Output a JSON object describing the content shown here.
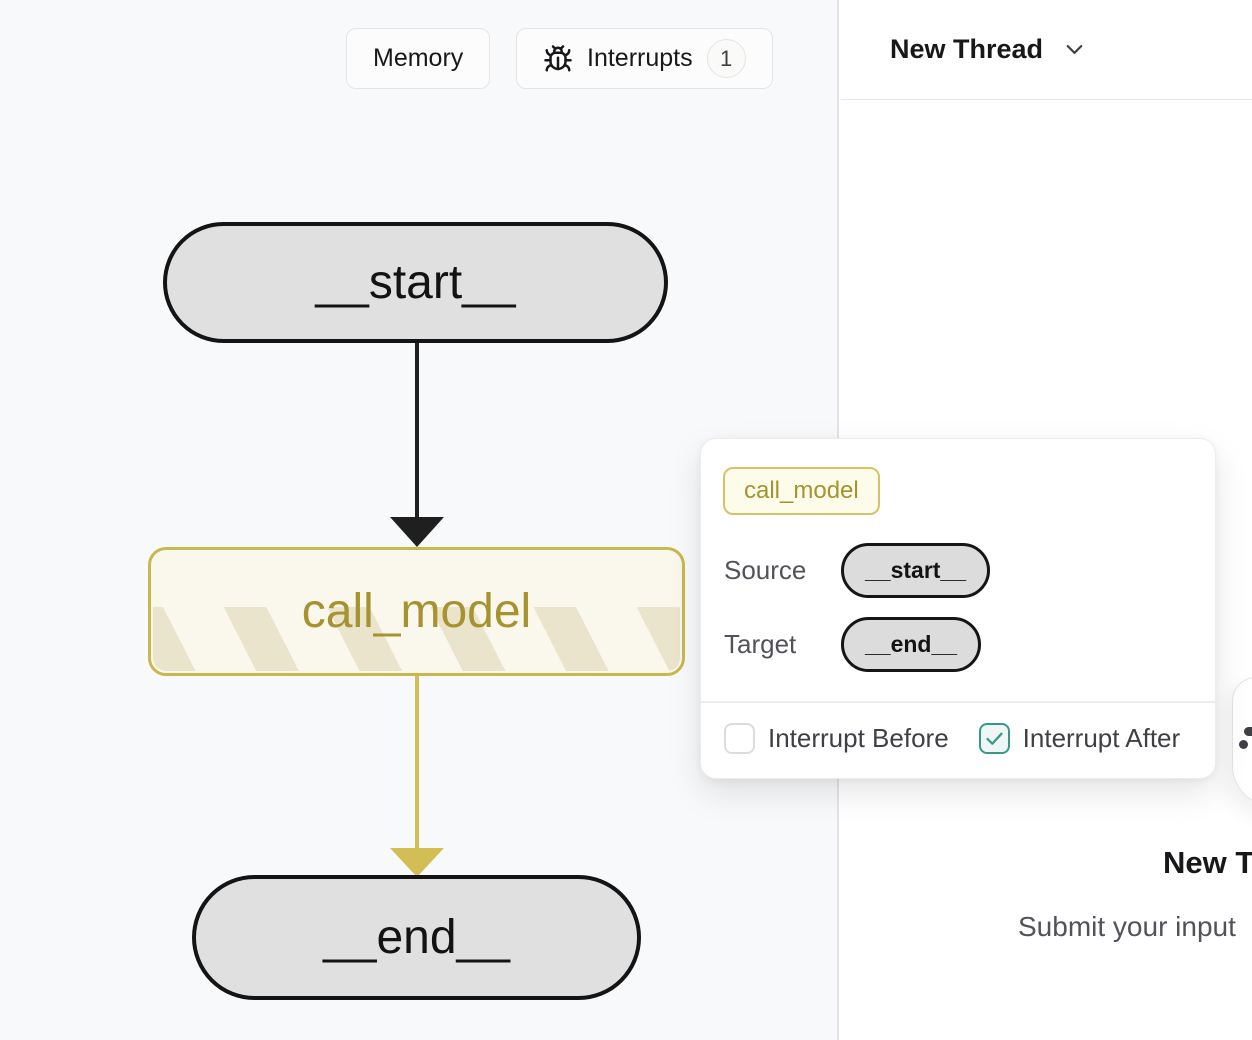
{
  "toolbar": {
    "memory_label": "Memory",
    "interrupts_label": "Interrupts",
    "interrupts_count": "1"
  },
  "thread_header": {
    "title": "New Thread"
  },
  "graph": {
    "nodes": [
      {
        "id": "__start__",
        "label": "__start__",
        "type": "schema"
      },
      {
        "id": "call_model",
        "label": "call_model",
        "type": "node",
        "interrupted": true
      },
      {
        "id": "__end__",
        "label": "__end__",
        "type": "schema"
      }
    ],
    "edges": [
      {
        "from": "__start__",
        "to": "call_model",
        "color": "#1f1f1f"
      },
      {
        "from": "call_model",
        "to": "__end__",
        "color": "#d3bd55"
      }
    ]
  },
  "popover": {
    "node_chip": "call_model",
    "source_label": "Source",
    "source_value": "__start__",
    "target_label": "Target",
    "target_value": "__end__",
    "interrupt_before_label": "Interrupt Before",
    "interrupt_before_checked": false,
    "interrupt_after_label": "Interrupt After",
    "interrupt_after_checked": true
  },
  "thread_view": {
    "title": "New Thread",
    "subtitle": "Submit your input"
  },
  "colors": {
    "gold_border": "#c9b84f",
    "gold_text": "#a6922f",
    "gold_bg": "#faf8ec",
    "gold_edge": "#d3bd55",
    "node_fill": "#e0e0e0",
    "teal": "#38998b",
    "panel_bg": "#f8f9fa"
  }
}
